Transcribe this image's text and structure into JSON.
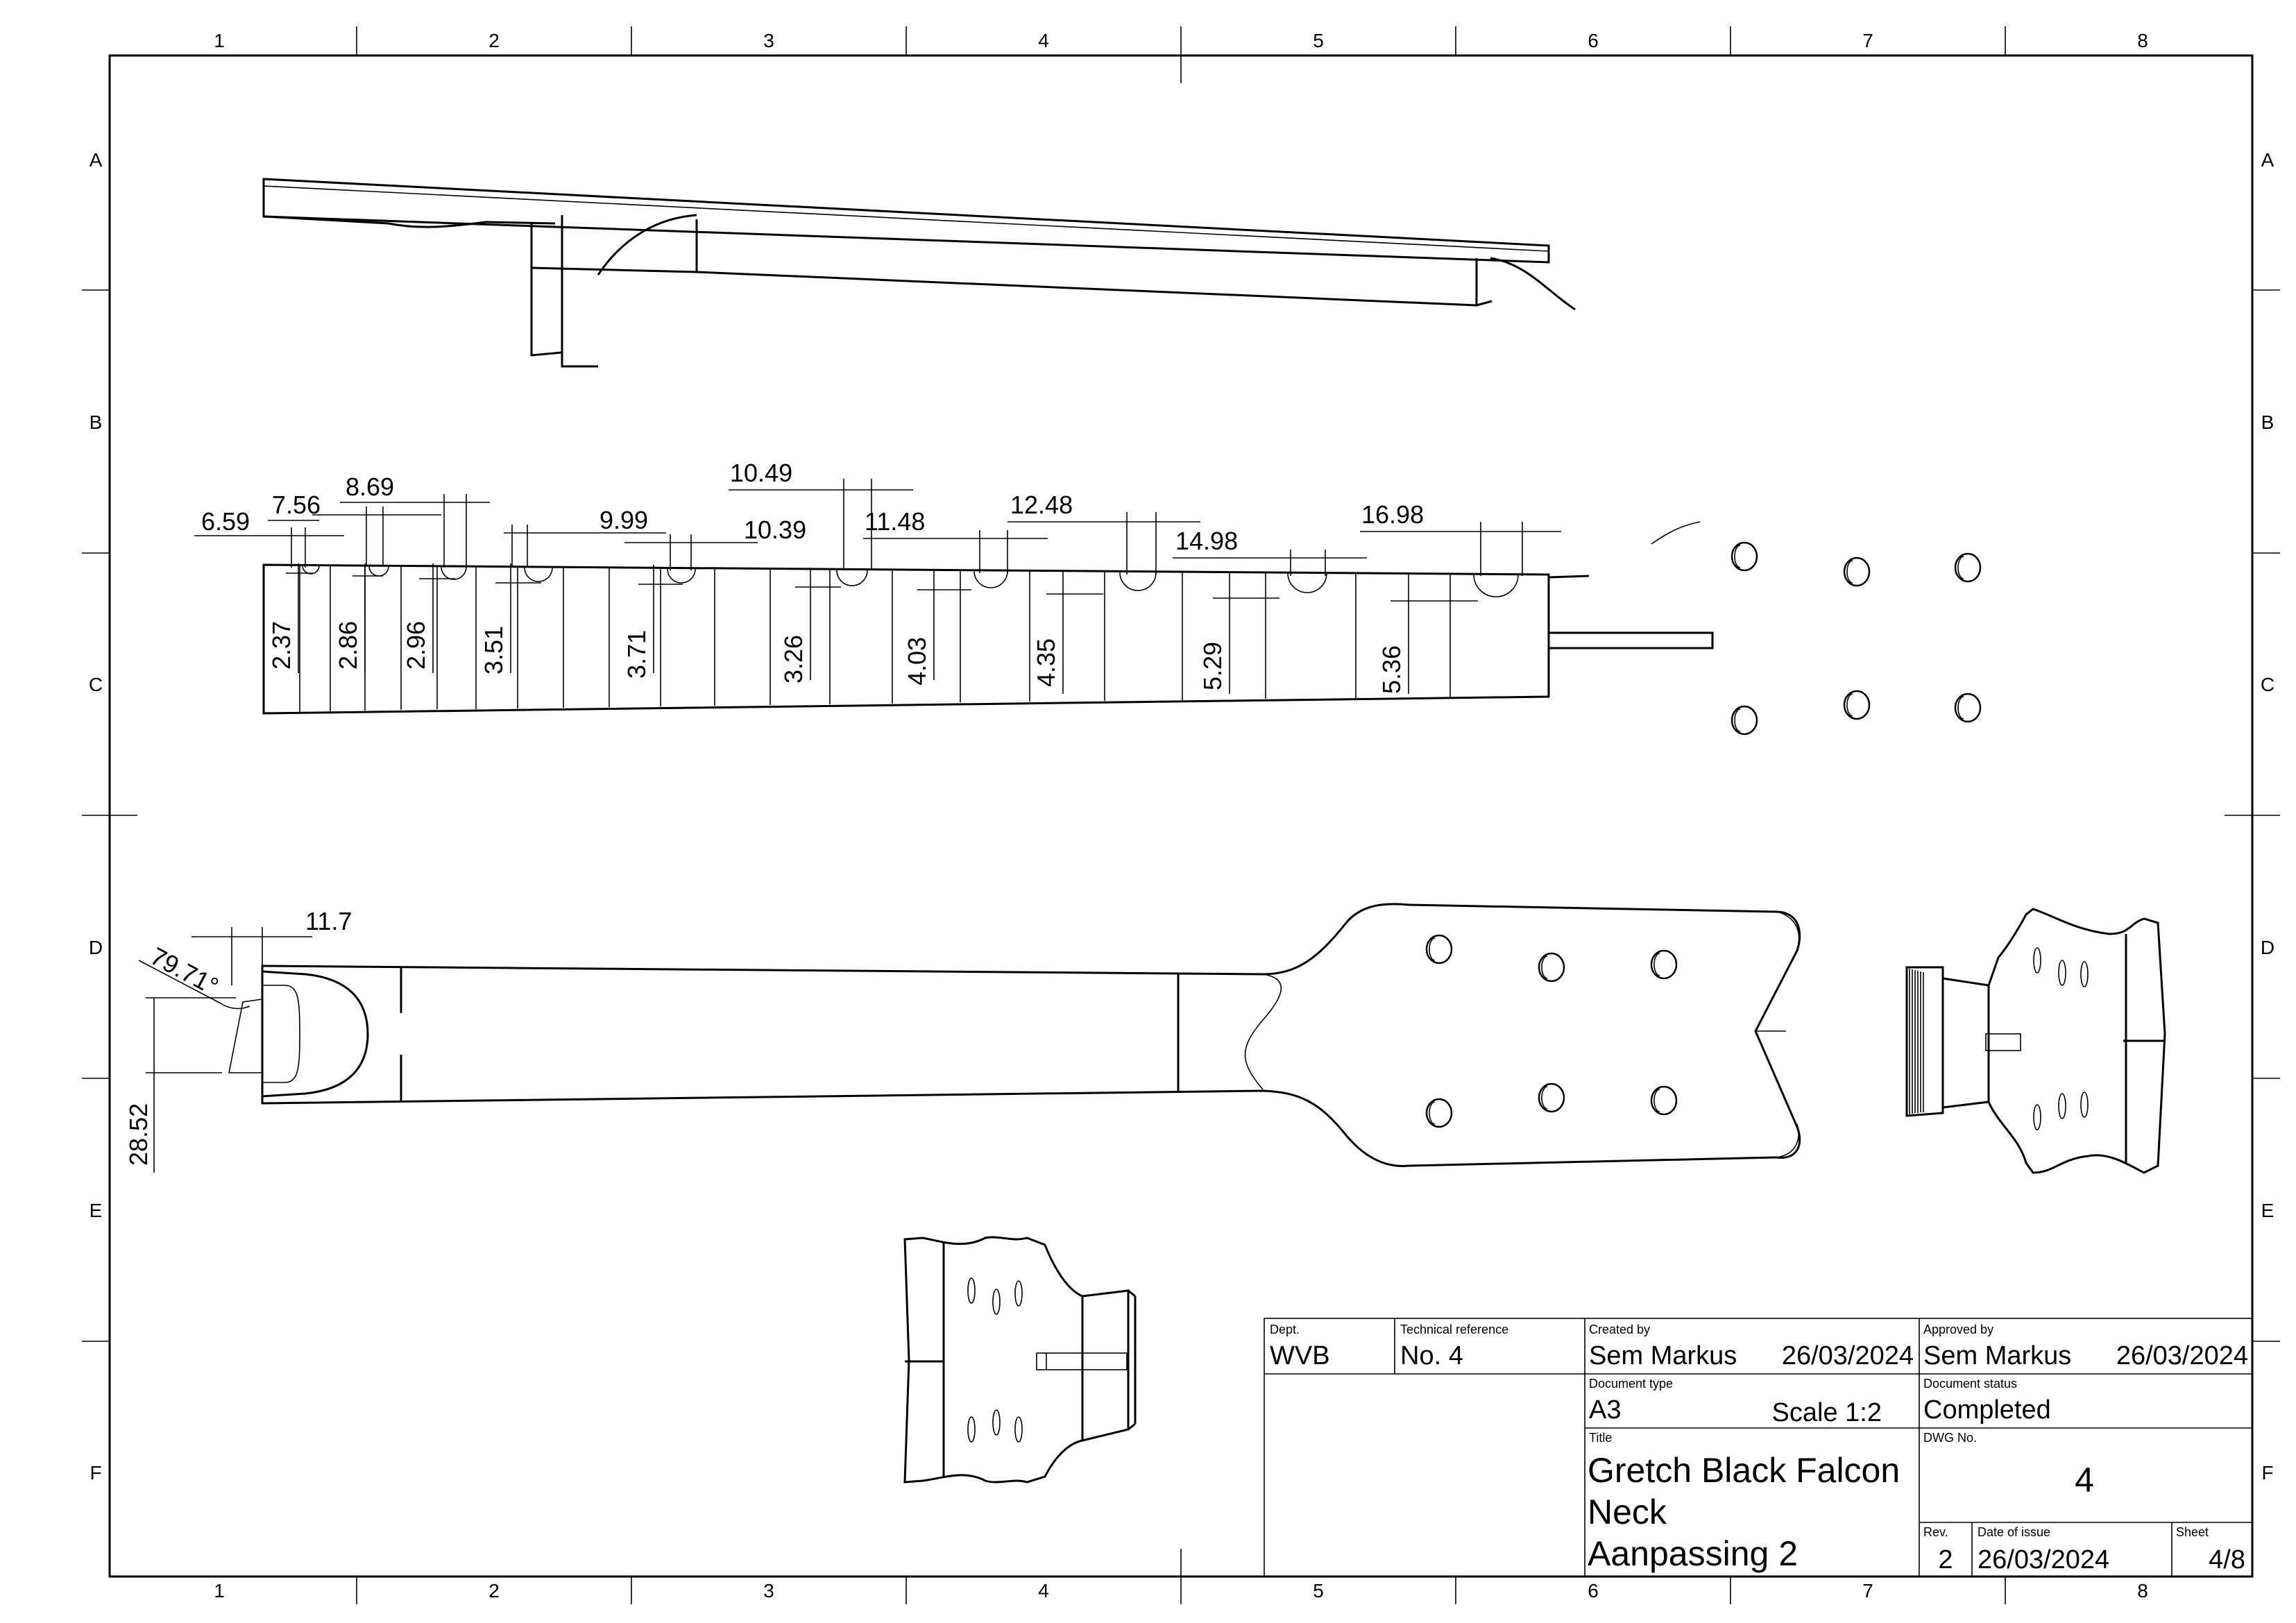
{
  "grid": {
    "columns": [
      "1",
      "2",
      "3",
      "4",
      "5",
      "6",
      "7",
      "8"
    ],
    "rows": [
      "A",
      "B",
      "C",
      "D",
      "E",
      "F"
    ]
  },
  "fret_spacing_dims": [
    "6.59",
    "7.56",
    "8.69",
    "9.99",
    "10.39",
    "10.49",
    "11.48",
    "12.48",
    "14.98",
    "16.98"
  ],
  "fret_height_dims": [
    "2.37",
    "2.86",
    "2.96",
    "3.51",
    "3.71",
    "3.26",
    "4.03",
    "4.35",
    "5.29",
    "5.36"
  ],
  "heel_dims": {
    "width": "11.7",
    "angle": "79.71°",
    "height": "28.52"
  },
  "title_block": {
    "dept_label": "Dept.",
    "dept_value": "WVB",
    "techref_label": "Technical reference",
    "techref_value": "No. 4",
    "created_label": "Created by",
    "created_value": "Sem Markus",
    "created_date": "26/03/2024",
    "approved_label": "Approved by",
    "approved_value": "Sem Markus",
    "approved_date": "26/03/2024",
    "doctype_label": "Document type",
    "doctype_value": "A3",
    "scale": "Scale 1:2",
    "status_label": "Document status",
    "status_value": "Completed",
    "title_label": "Title",
    "title_line1": "Gretch Black Falcon",
    "title_line2": "Neck",
    "title_line3": "Aanpassing 2",
    "dwg_label": "DWG No.",
    "dwg_value": "4",
    "rev_label": "Rev.",
    "rev_value": "2",
    "issue_label": "Date of issue",
    "issue_value": "26/03/2024",
    "sheet_label": "Sheet",
    "sheet_value": "4/8"
  }
}
